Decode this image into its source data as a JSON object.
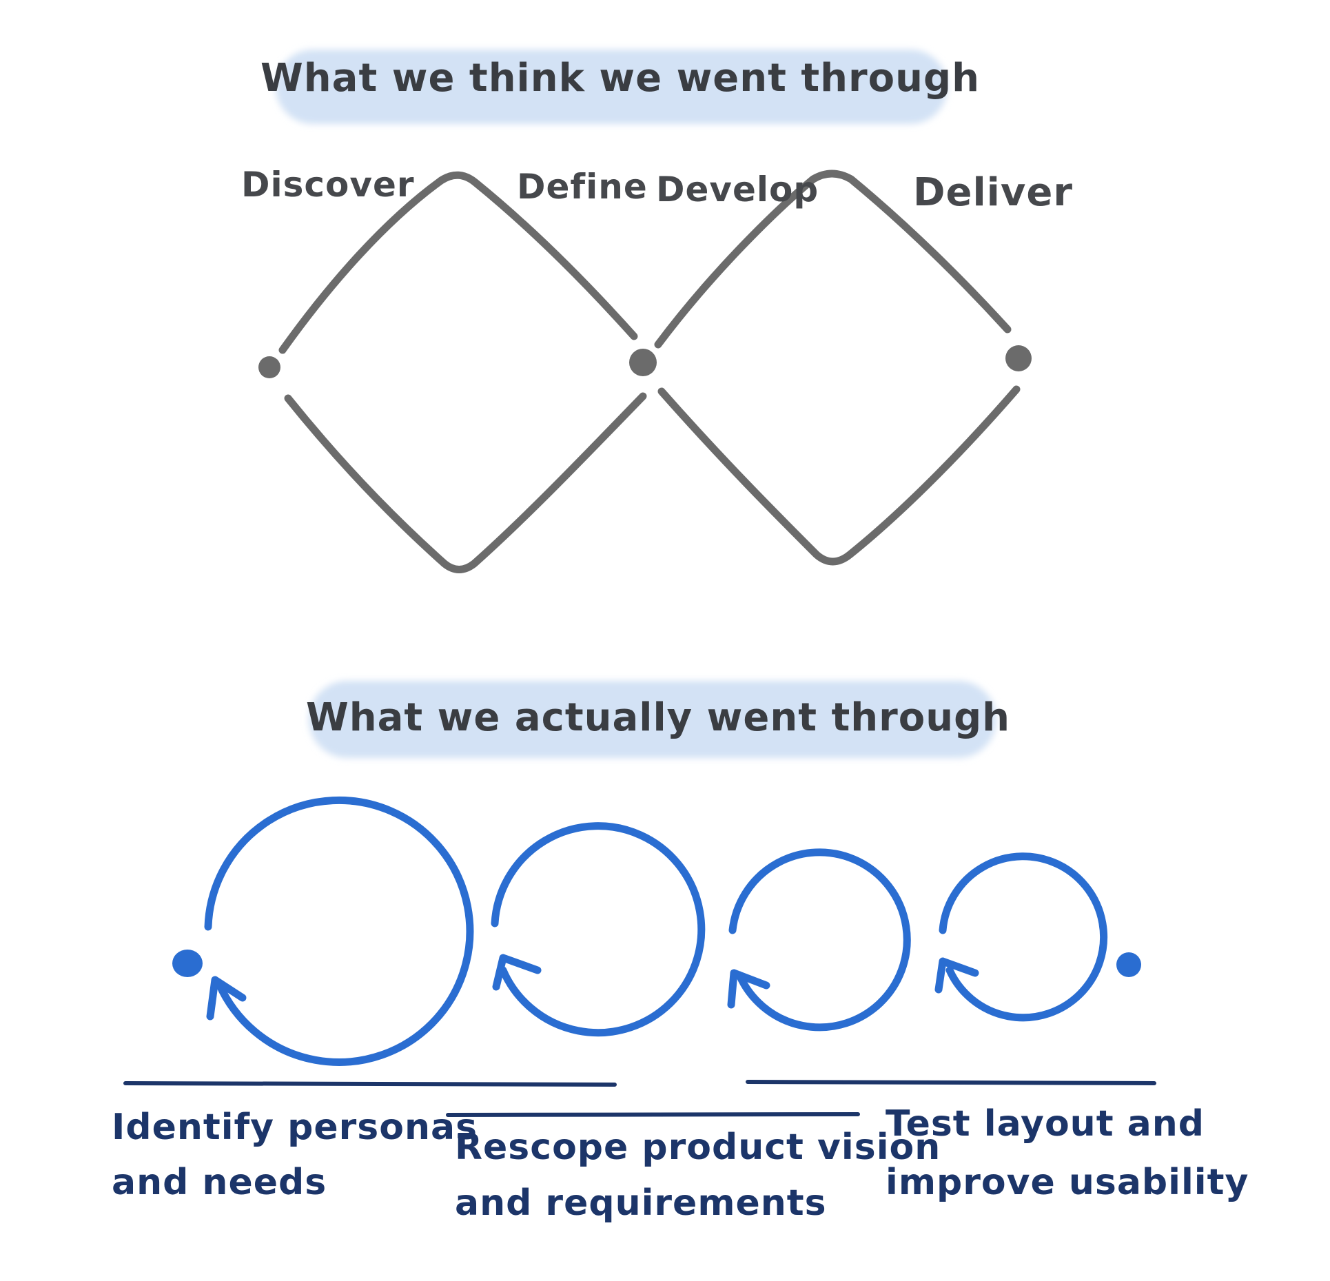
{
  "top_section": {
    "title": "What we think we went through",
    "phases": [
      "Discover",
      "Define",
      "Develop",
      "Deliver"
    ]
  },
  "bottom_section": {
    "title": "What we actually went through",
    "labels": [
      {
        "line1": "Identify personas",
        "line2": "and needs"
      },
      {
        "line1": "Rescope product vision",
        "line2": "and requirements"
      },
      {
        "line1": "Test layout and",
        "line2": "improve usability"
      }
    ]
  },
  "colors": {
    "highlight": "#d3e2f5",
    "diamond_stroke": "#6b6b6b",
    "loop_stroke": "#2a6dd1",
    "label_text": "#1c3569",
    "underline": "#1c3569"
  }
}
